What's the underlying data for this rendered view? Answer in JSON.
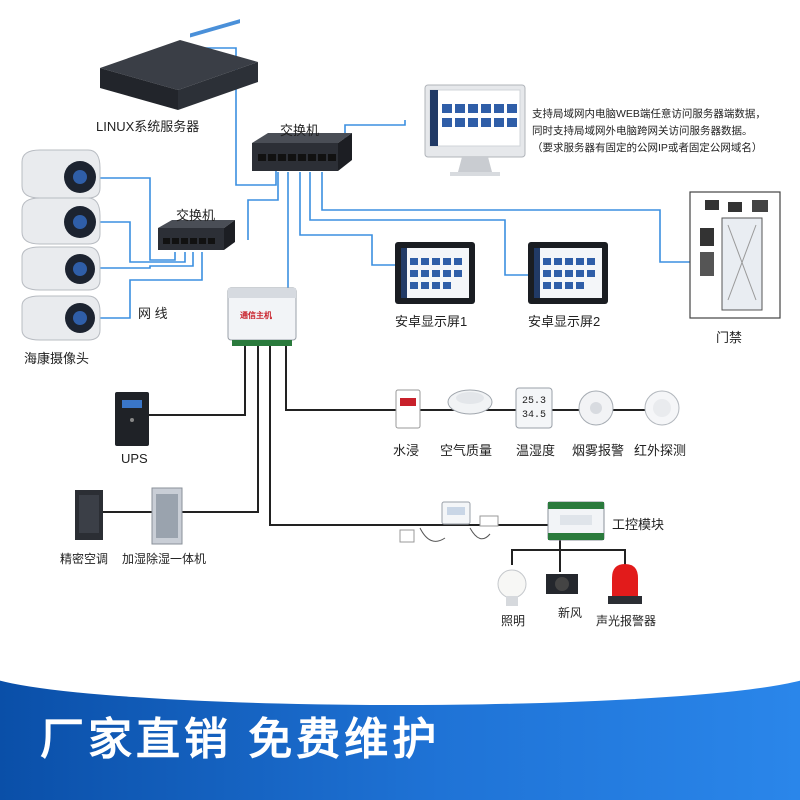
{
  "labels": {
    "linux_server": "LINUX系统服务器",
    "switch_main": "交换机",
    "switch_small": "交换机",
    "network_cable": "网 线",
    "hikvision_camera": "海康摄像头",
    "android_screen_1": "安卓显示屏1",
    "android_screen_2": "安卓显示屏2",
    "access_control": "门禁",
    "ups": "UPS",
    "water_leak": "水浸",
    "air_quality": "空气质量",
    "temp_humidity": "温湿度",
    "smoke_alarm": "烟雾报警",
    "infrared_detect": "红外探测",
    "precision_ac": "精密空调",
    "humidifier_dehumidifier": "加湿除湿一体机",
    "industrial_module": "工控模块",
    "lighting": "照明",
    "fresh_air": "新风",
    "sound_light_alarm": "声光报警器",
    "rtu_brand": "通信主机"
  },
  "note": {
    "line1": "支持局域网内电脑WEB端任意访问服务器端数据，",
    "line2": "同时支持局域网外电脑跨网关访问服务器数据。",
    "line3": "（要求服务器有固定的公网IP或者固定公网域名）"
  },
  "sensor_readings": {
    "temperature": "25.3",
    "humidity": "34.5"
  },
  "slogan": "厂家直销 免费维护",
  "colors": {
    "cable_blue": "#3b8fe0",
    "banner_blue": "#1f73d6",
    "device_dark": "#2c2f36",
    "rtu_white": "#f2f4f7"
  }
}
